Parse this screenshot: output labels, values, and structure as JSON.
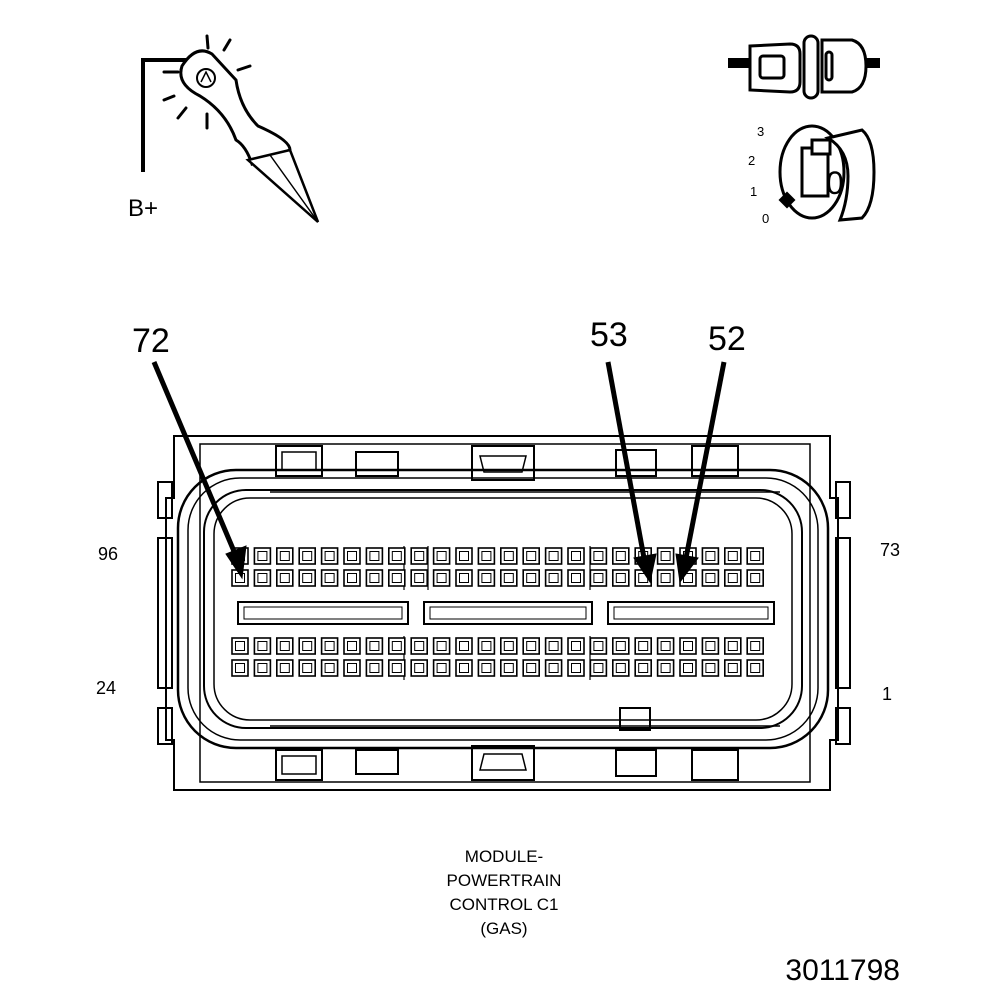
{
  "probe": {
    "supply_label": "B+"
  },
  "key_switch": {
    "positions": [
      "3",
      "2",
      "1",
      "0"
    ],
    "key_symbol": "0"
  },
  "callouts": [
    {
      "label": "72",
      "pin": 72
    },
    {
      "label": "53",
      "pin": 53
    },
    {
      "label": "52",
      "pin": 52
    }
  ],
  "connector": {
    "corner_labels": {
      "top_left": "96",
      "top_right": "73",
      "bottom_left": "24",
      "bottom_right": "1"
    },
    "caption_lines": [
      "MODULE-",
      "POWERTRAIN",
      "CONTROL C1",
      "(GAS)"
    ]
  },
  "figure_number": "3011798"
}
